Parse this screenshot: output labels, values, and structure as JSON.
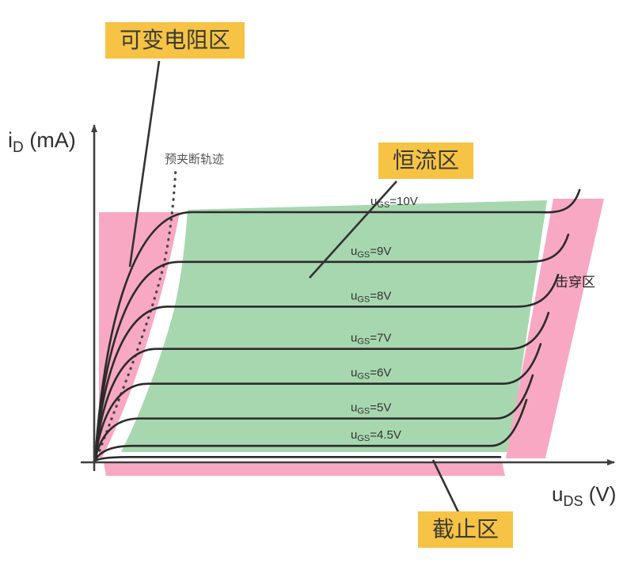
{
  "colors": {
    "pink": "#F8A8C3",
    "green": "#A7D7AF",
    "yellow": "#F6C344",
    "curve": "#2b2b2b",
    "axis": "#3f3f3f",
    "text_dark": "#3c3c34",
    "annotation_text": "#555555",
    "breakdown_text": "#222222"
  },
  "labels": {
    "region_variable_resistance": "可变电阻区",
    "region_constant_current": "恒流区",
    "region_cutoff": "截止区",
    "region_breakdown": "击穿区",
    "pinchoff_locus": "预夹断轨迹",
    "y_axis": {
      "base": "i",
      "sub": "D",
      "unit": " (mA)"
    },
    "x_axis": {
      "base": "u",
      "sub": "DS",
      "unit": " (V)"
    }
  },
  "chart_data": {
    "type": "line",
    "title": "",
    "xlabel": "u_DS (V)",
    "ylabel": "i_D (mA)",
    "x_axis_ticks": [],
    "y_axis_ticks": [],
    "grid": false,
    "legend": "labels placed above each curve",
    "description": "FET output characteristic curves i_D vs u_DS for several gate voltages, with shaded operating regions: variable-resistance (ohmic) region in pink at left, constant-current (saturation) region in green, breakdown region in pink at right, cutoff region in pink strip at bottom; dotted pre-pinch-off locus separates ohmic and saturation regions.",
    "series": [
      {
        "name": "u_GS=10V",
        "label_base": "u",
        "label_sub": "GS",
        "label_val": "=10V",
        "u_gs_V": 10,
        "i_sat_rel": 1.0
      },
      {
        "name": "u_GS=9V",
        "label_base": "u",
        "label_sub": "GS",
        "label_val": "=9V",
        "u_gs_V": 9,
        "i_sat_rel": 0.8
      },
      {
        "name": "u_GS=8V",
        "label_base": "u",
        "label_sub": "GS",
        "label_val": "=8V",
        "u_gs_V": 8,
        "i_sat_rel": 0.62
      },
      {
        "name": "u_GS=7V",
        "label_base": "u",
        "label_sub": "GS",
        "label_val": "=7V",
        "u_gs_V": 7,
        "i_sat_rel": 0.45
      },
      {
        "name": "u_GS=6V",
        "label_base": "u",
        "label_sub": "GS",
        "label_val": "=6V",
        "u_gs_V": 6,
        "i_sat_rel": 0.31
      },
      {
        "name": "u_GS=5V",
        "label_base": "u",
        "label_sub": "GS",
        "label_val": "=5V",
        "u_gs_V": 5,
        "i_sat_rel": 0.17
      },
      {
        "name": "u_GS=4.5V",
        "label_base": "u",
        "label_sub": "GS",
        "label_val": "=4.5V",
        "u_gs_V": 4.5,
        "i_sat_rel": 0.06
      },
      {
        "name": "",
        "label_base": "",
        "label_sub": "",
        "label_val": "",
        "u_gs_V": null,
        "i_sat_rel": 0.015
      }
    ],
    "regions": [
      "可变电阻区",
      "恒流区",
      "击穿区",
      "截止区"
    ],
    "annotations": [
      "预夹断轨迹"
    ]
  }
}
